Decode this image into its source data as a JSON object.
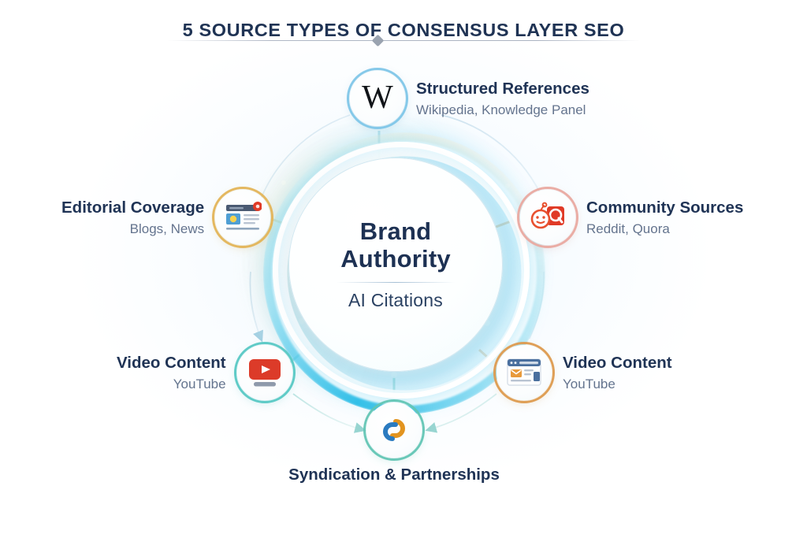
{
  "header": {
    "title": "5 SOURCE TYPES OF CONSENSUS LAYER SEO"
  },
  "hub": {
    "title_line1": "Brand",
    "title_line2": "Authority",
    "subtitle": "AI Citations"
  },
  "nodes": [
    {
      "id": "structured-references",
      "title": "Structured References",
      "subtitle": "Wikipedia, Knowledge Panel",
      "icon": "wikipedia-w-icon",
      "ring_color": "#7fc6e8",
      "position": "top"
    },
    {
      "id": "community-sources",
      "title": "Community Sources",
      "subtitle": "Reddit, Quora",
      "icon": "reddit-quora-icon",
      "ring_color": "#e9a9a0",
      "position": "right"
    },
    {
      "id": "editorial-coverage",
      "title": "Editorial Coverage",
      "subtitle": "Blogs, News",
      "icon": "article-card-icon",
      "ring_color": "#e3b457",
      "position": "left"
    },
    {
      "id": "video-content-left",
      "title": "Video Content",
      "subtitle": "YouTube",
      "icon": "youtube-play-icon",
      "ring_color": "#57c8c4",
      "position": "bottom-left"
    },
    {
      "id": "video-content-right",
      "title": "Video Content",
      "subtitle": "YouTube",
      "icon": "newsletter-window-icon",
      "ring_color": "#dd9a4e",
      "position": "bottom-right"
    },
    {
      "id": "syndication-partnerships",
      "title": "Syndication & Partnerships",
      "subtitle": "",
      "icon": "chain-link-icon",
      "ring_color": "#62c5b4",
      "position": "bottom"
    }
  ],
  "colors": {
    "title_text": "#1f3354",
    "label_title": "#1f3355",
    "label_subtitle": "#64748e",
    "hub_glow": "#00b0e2",
    "background": "#ffffff"
  }
}
